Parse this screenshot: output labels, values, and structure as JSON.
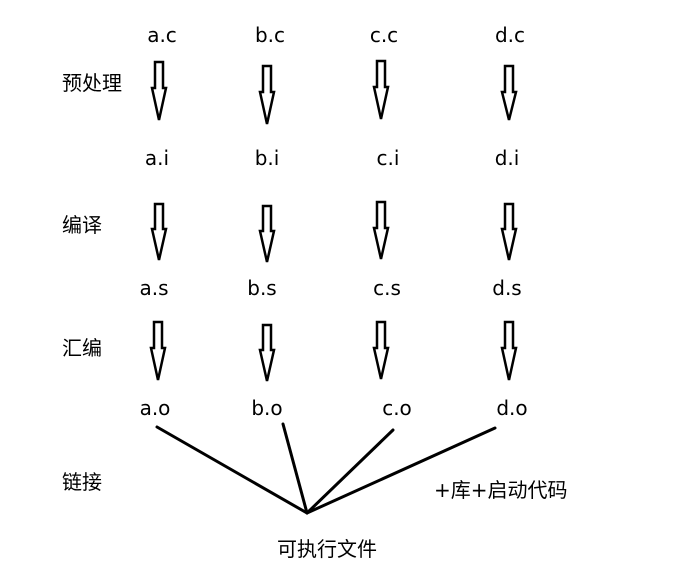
{
  "stages": [
    {
      "label": "预处理"
    },
    {
      "label": "编译"
    },
    {
      "label": "汇编"
    },
    {
      "label": "链接"
    }
  ],
  "files": {
    "c": [
      "a.c",
      "b.c",
      "c.c",
      "d.c"
    ],
    "i": [
      "a.i",
      "b.i",
      "c.i",
      "d.i"
    ],
    "s": [
      "a.s",
      "b.s",
      "c.s",
      "d.s"
    ],
    "o": [
      "a.o",
      "b.o",
      "c.o",
      "d.o"
    ]
  },
  "extras": "+库+启动代码",
  "result": "可执行文件"
}
